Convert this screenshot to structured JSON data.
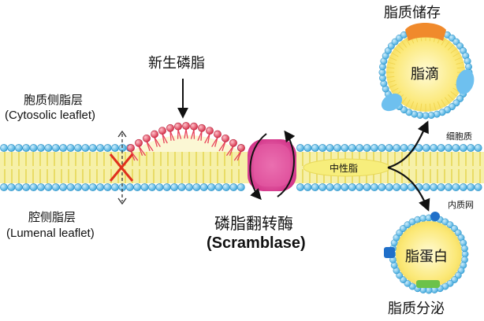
{
  "labels": {
    "cytosolic_leaflet_cn": "胞质侧脂层",
    "cytosolic_leaflet_en": "(Cytosolic leaflet)",
    "lumenal_leaflet_cn": "腔侧脂层",
    "lumenal_leaflet_en": "(Lumenal leaflet)",
    "new_phospholipid": "新生磷脂",
    "scramblase_cn": "磷脂翻转酶",
    "scramblase_en": "(Scramblase)",
    "neutral_lipid": "中性脂",
    "cytoplasm": "细胞质",
    "er": "内质网",
    "lipid_storage": "脂质储存",
    "lipid_droplet": "脂滴",
    "lipoprotein": "脂蛋白",
    "lipid_secretion": "脂质分泌"
  },
  "colors": {
    "headgroup": "#58b8e6",
    "headgroup_outline": "#2a8fc4",
    "tail": "#f3ea76",
    "new_headgroup": "#e8425a",
    "scramblase": "#dc3d8e",
    "neutral_lipid": "#f7ee7c",
    "droplet_core": "#f9e870",
    "storage_cap": "#f08a2c",
    "droplet_protein": "#6ec0ef",
    "lipoprotein_blue": "#1f6fc9",
    "lipoprotein_green": "#6cc24a",
    "inhibit_x": "#e0301e"
  }
}
